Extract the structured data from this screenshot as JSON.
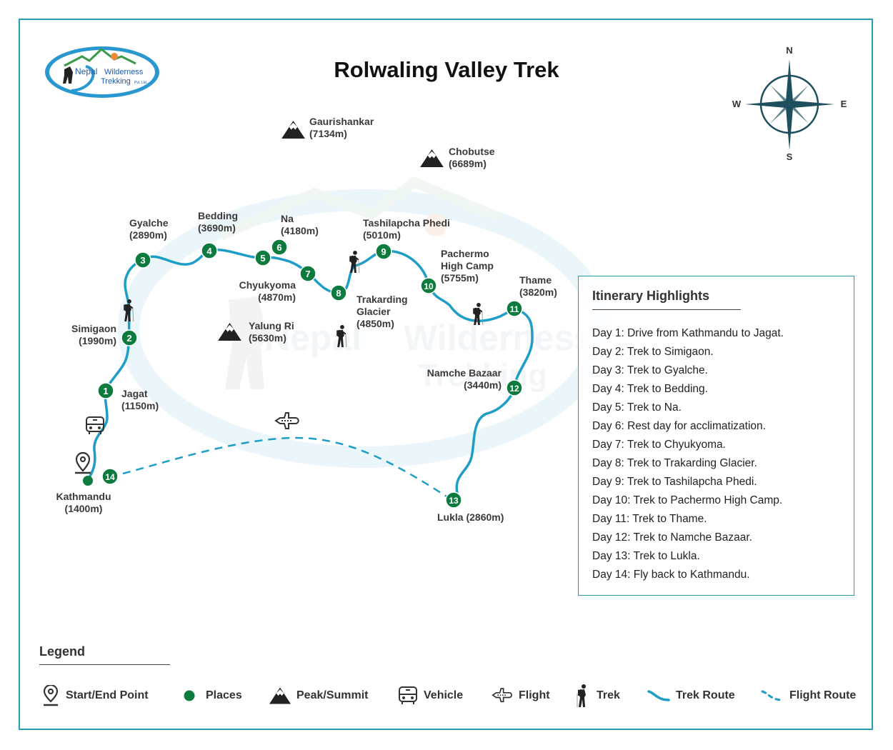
{
  "title": "Rolwaling Valley Trek",
  "logo": {
    "line1_a": "Nepal",
    "line1_b": "Wilderness",
    "line2": "Trekking",
    "suffix": "Pvt. Ltd."
  },
  "compass": {
    "north": "N",
    "south": "S",
    "east": "E",
    "west": "W"
  },
  "colors": {
    "route": "#1e9ec6",
    "place": "#0d7a3e",
    "frame": "#2a9bb4",
    "icon": "#222222",
    "compass": "#1d4f5c"
  },
  "places": [
    {
      "day": "1",
      "name": "Jagat",
      "elevation": "(1150m)"
    },
    {
      "day": "2",
      "name": "Simigaon",
      "elevation": "(1990m)"
    },
    {
      "day": "3",
      "name": "Gyalche",
      "elevation": "(2890m)"
    },
    {
      "day": "4",
      "name": "Bedding",
      "elevation": "(3690m)"
    },
    {
      "day": "5",
      "name": "Chyukyoma",
      "elevation": "(4870m)"
    },
    {
      "day": "6",
      "name": "Na",
      "elevation": "(4180m)"
    },
    {
      "day": "7",
      "name": "",
      "elevation": ""
    },
    {
      "day": "8",
      "name": "Trakarding\nGlacier",
      "elevation": "(4850m)"
    },
    {
      "day": "9",
      "name": "Tashilapcha Phedi",
      "elevation": "(5010m)"
    },
    {
      "day": "10",
      "name": "Pachermo\nHigh Camp",
      "elevation": "(5755m)"
    },
    {
      "day": "11",
      "name": "Thame",
      "elevation": "(3820m)"
    },
    {
      "day": "12",
      "name": "Namche Bazaar",
      "elevation": "(3440m)"
    },
    {
      "day": "13",
      "name": "Lukla",
      "elevation": "(2860m)"
    },
    {
      "day": "14",
      "name": "",
      "elevation": ""
    }
  ],
  "start_point": {
    "name": "Kathmandu",
    "elevation": "(1400m)"
  },
  "peaks": [
    {
      "name": "Gaurishankar",
      "elevation": "(7134m)"
    },
    {
      "name": "Chobutse",
      "elevation": "(6689m)"
    },
    {
      "name": "Yalung Ri",
      "elevation": "(5630m)"
    }
  ],
  "itinerary": {
    "title": "Itinerary Highlights",
    "days": [
      "Day 1: Drive from Kathmandu to Jagat.",
      "Day 2: Trek to Simigaon.",
      "Day 3: Trek to Gyalche.",
      "Day 4: Trek to Bedding.",
      "Day 5: Trek to Na.",
      "Day 6: Rest day for acclimatization.",
      "Day 7: Trek to Chyukyoma.",
      "Day 8: Trek to Trakarding Glacier.",
      "Day 9: Trek to Tashilapcha Phedi.",
      "Day 10: Trek to Pachermo High Camp.",
      "Day 11: Trek to Thame.",
      "Day 12: Trek to Namche Bazaar.",
      "Day 13: Trek to Lukla.",
      "Day 14: Fly back to Kathmandu."
    ]
  },
  "legend": {
    "title": "Legend",
    "items": [
      {
        "icon": "map-pin-icon",
        "label": "Start/End Point"
      },
      {
        "icon": "place-dot-icon",
        "label": "Places"
      },
      {
        "icon": "mountain-icon",
        "label": "Peak/Summit"
      },
      {
        "icon": "bus-icon",
        "label": "Vehicle"
      },
      {
        "icon": "airplane-icon",
        "label": "Flight"
      },
      {
        "icon": "hiker-icon",
        "label": "Trek"
      },
      {
        "icon": "trek-route-icon",
        "label": "Trek Route"
      },
      {
        "icon": "flight-route-icon",
        "label": "Flight Route"
      }
    ]
  }
}
